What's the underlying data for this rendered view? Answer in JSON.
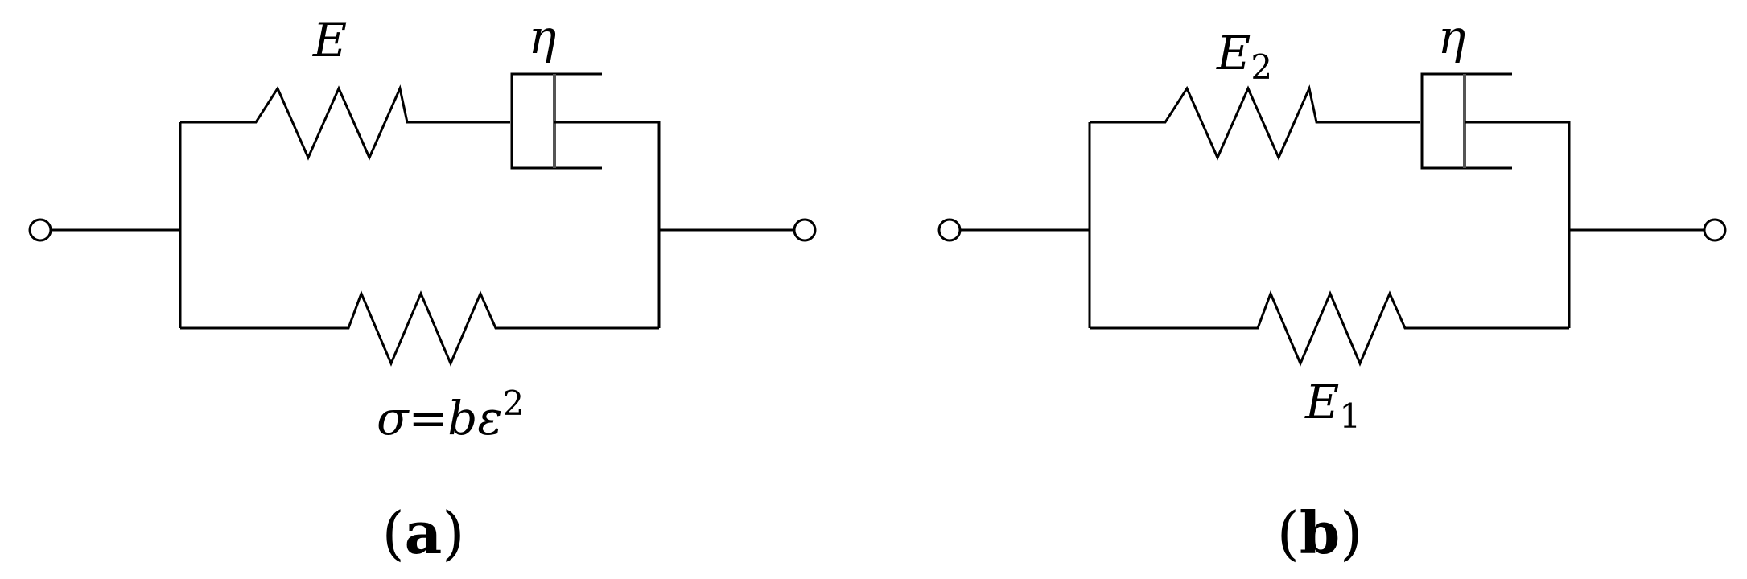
{
  "panel_a": {
    "series_element_label": "E",
    "dashpot_label": "η",
    "parallel_element_label": {
      "sigma": "σ",
      "equals": "=",
      "b": "b",
      "epsilon": "ε",
      "exponent": "2"
    },
    "caption": {
      "open": "(",
      "letter": "a",
      "close": ")"
    }
  },
  "panel_b": {
    "series_spring_label": {
      "symbol": "E",
      "subscript": "2"
    },
    "dashpot_label": "η",
    "parallel_spring_label": {
      "symbol": "E",
      "subscript": "1"
    },
    "caption": {
      "open": "(",
      "letter": "b",
      "close": ")"
    }
  }
}
